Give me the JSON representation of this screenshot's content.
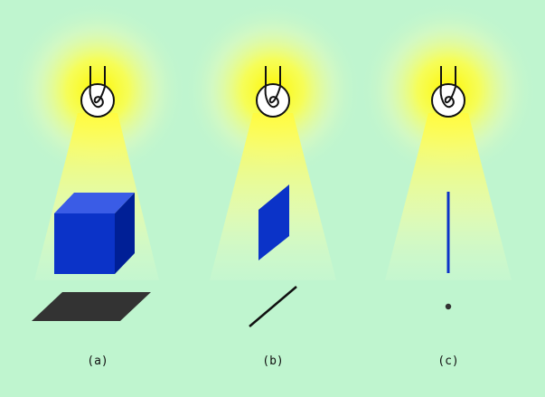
{
  "figure": {
    "colors": {
      "background": "#bff5cf",
      "glow_center": "#fff600",
      "beam": "#fffb63",
      "bulb_line": "#111111",
      "object_blue": "#0b33c8",
      "object_blue_top": "#3a5ce6",
      "object_blue_side": "#001f96",
      "shadow": "#333333"
    },
    "icons": [
      "light-bulb-icon",
      "cube",
      "square-plate",
      "thin-rod",
      "shadow"
    ],
    "panels": [
      {
        "id": "a",
        "caption": "(a)",
        "object": "cube",
        "shadow": "parallelogram"
      },
      {
        "id": "b",
        "caption": "(b)",
        "object": "square-plate",
        "shadow": "line-segment"
      },
      {
        "id": "c",
        "caption": "(c)",
        "object": "thin-rod",
        "shadow": "point"
      }
    ]
  }
}
